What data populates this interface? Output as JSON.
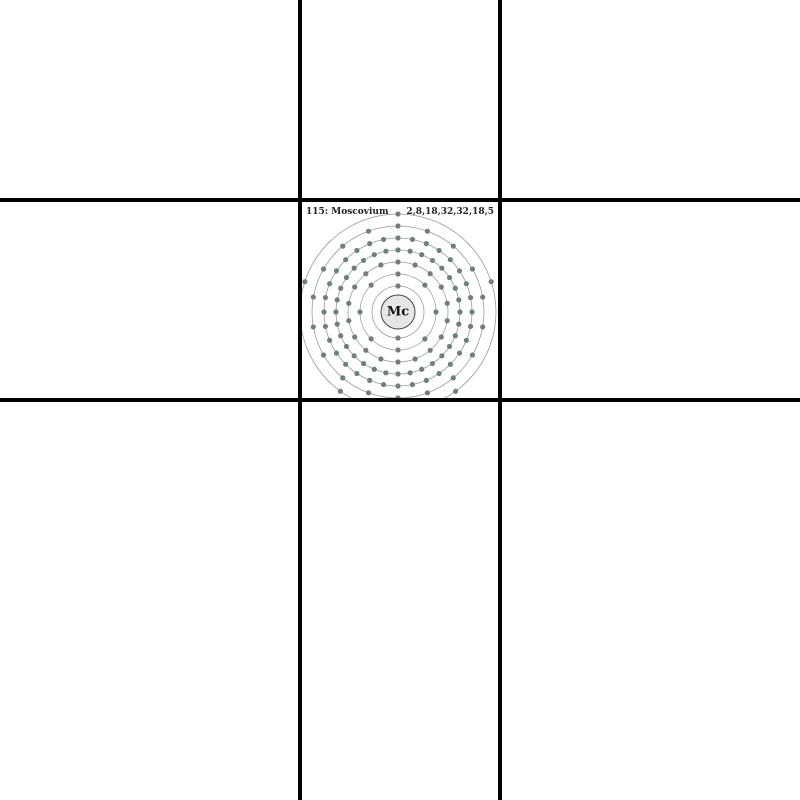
{
  "element": {
    "number_name": "115: Moscovium",
    "symbol": "Mc",
    "shell_config": "2,8,18,32,32,18,5",
    "shells": [
      2,
      8,
      18,
      32,
      32,
      18,
      5
    ]
  },
  "colors": {
    "grid_line": "#000000",
    "orbit": "#9a9a9a",
    "electron": "#6e7f7f",
    "nucleus_fill": "#e6e6e6",
    "nucleus_stroke": "#444444"
  }
}
